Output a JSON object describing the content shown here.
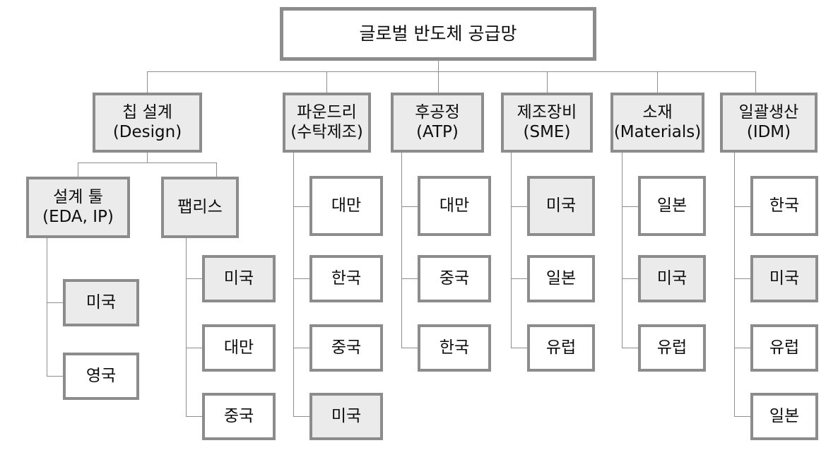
{
  "diagram": {
    "title_node": "글로벌 반도체 공급망",
    "legend_note": "",
    "colors": {
      "box_border": "#8c8c8c",
      "box_fill_plain": "#ffffff",
      "box_fill_shaded": "#ebebeb",
      "connector": "#8e8e8e",
      "text": "#0d0d0d",
      "background": "#ffffff"
    },
    "root": {
      "label": "글로벌 반도체 공급망",
      "shaded": false
    },
    "branches": [
      {
        "id": "design",
        "label": "칩 설계\n(Design)",
        "shaded": true,
        "children": [
          {
            "id": "eda",
            "label": "설계 툴\n(EDA, IP)",
            "shaded": true,
            "children": [
              {
                "label": "미국",
                "shaded": true
              },
              {
                "label": "영국",
                "shaded": false
              }
            ]
          },
          {
            "id": "fabless",
            "label": "팹리스",
            "shaded": true,
            "children": [
              {
                "label": "미국",
                "shaded": true
              },
              {
                "label": "대만",
                "shaded": false
              },
              {
                "label": "중국",
                "shaded": false
              }
            ]
          }
        ]
      },
      {
        "id": "foundry",
        "label": "파운드리\n(수탁제조)",
        "shaded": true,
        "children": [
          {
            "label": "대만",
            "shaded": false
          },
          {
            "label": "한국",
            "shaded": false
          },
          {
            "label": "중국",
            "shaded": false
          },
          {
            "label": "미국",
            "shaded": true
          }
        ]
      },
      {
        "id": "atp",
        "label": "후공정\n(ATP)",
        "shaded": true,
        "children": [
          {
            "label": "대만",
            "shaded": false
          },
          {
            "label": "중국",
            "shaded": false
          },
          {
            "label": "한국",
            "shaded": false
          }
        ]
      },
      {
        "id": "sme",
        "label": "제조장비\n(SME)",
        "shaded": true,
        "children": [
          {
            "label": "미국",
            "shaded": true
          },
          {
            "label": "일본",
            "shaded": false
          },
          {
            "label": "유럽",
            "shaded": false
          }
        ]
      },
      {
        "id": "materials",
        "label": "소재\n(Materials)",
        "shaded": true,
        "children": [
          {
            "label": "일본",
            "shaded": false
          },
          {
            "label": "미국",
            "shaded": true
          },
          {
            "label": "유럽",
            "shaded": false
          }
        ]
      },
      {
        "id": "idm",
        "label": "일괄생산\n(IDM)",
        "shaded": true,
        "children": [
          {
            "label": "한국",
            "shaded": false
          },
          {
            "label": "미국",
            "shaded": true
          },
          {
            "label": "유럽",
            "shaded": false
          },
          {
            "label": "일본",
            "shaded": false
          }
        ]
      }
    ]
  }
}
